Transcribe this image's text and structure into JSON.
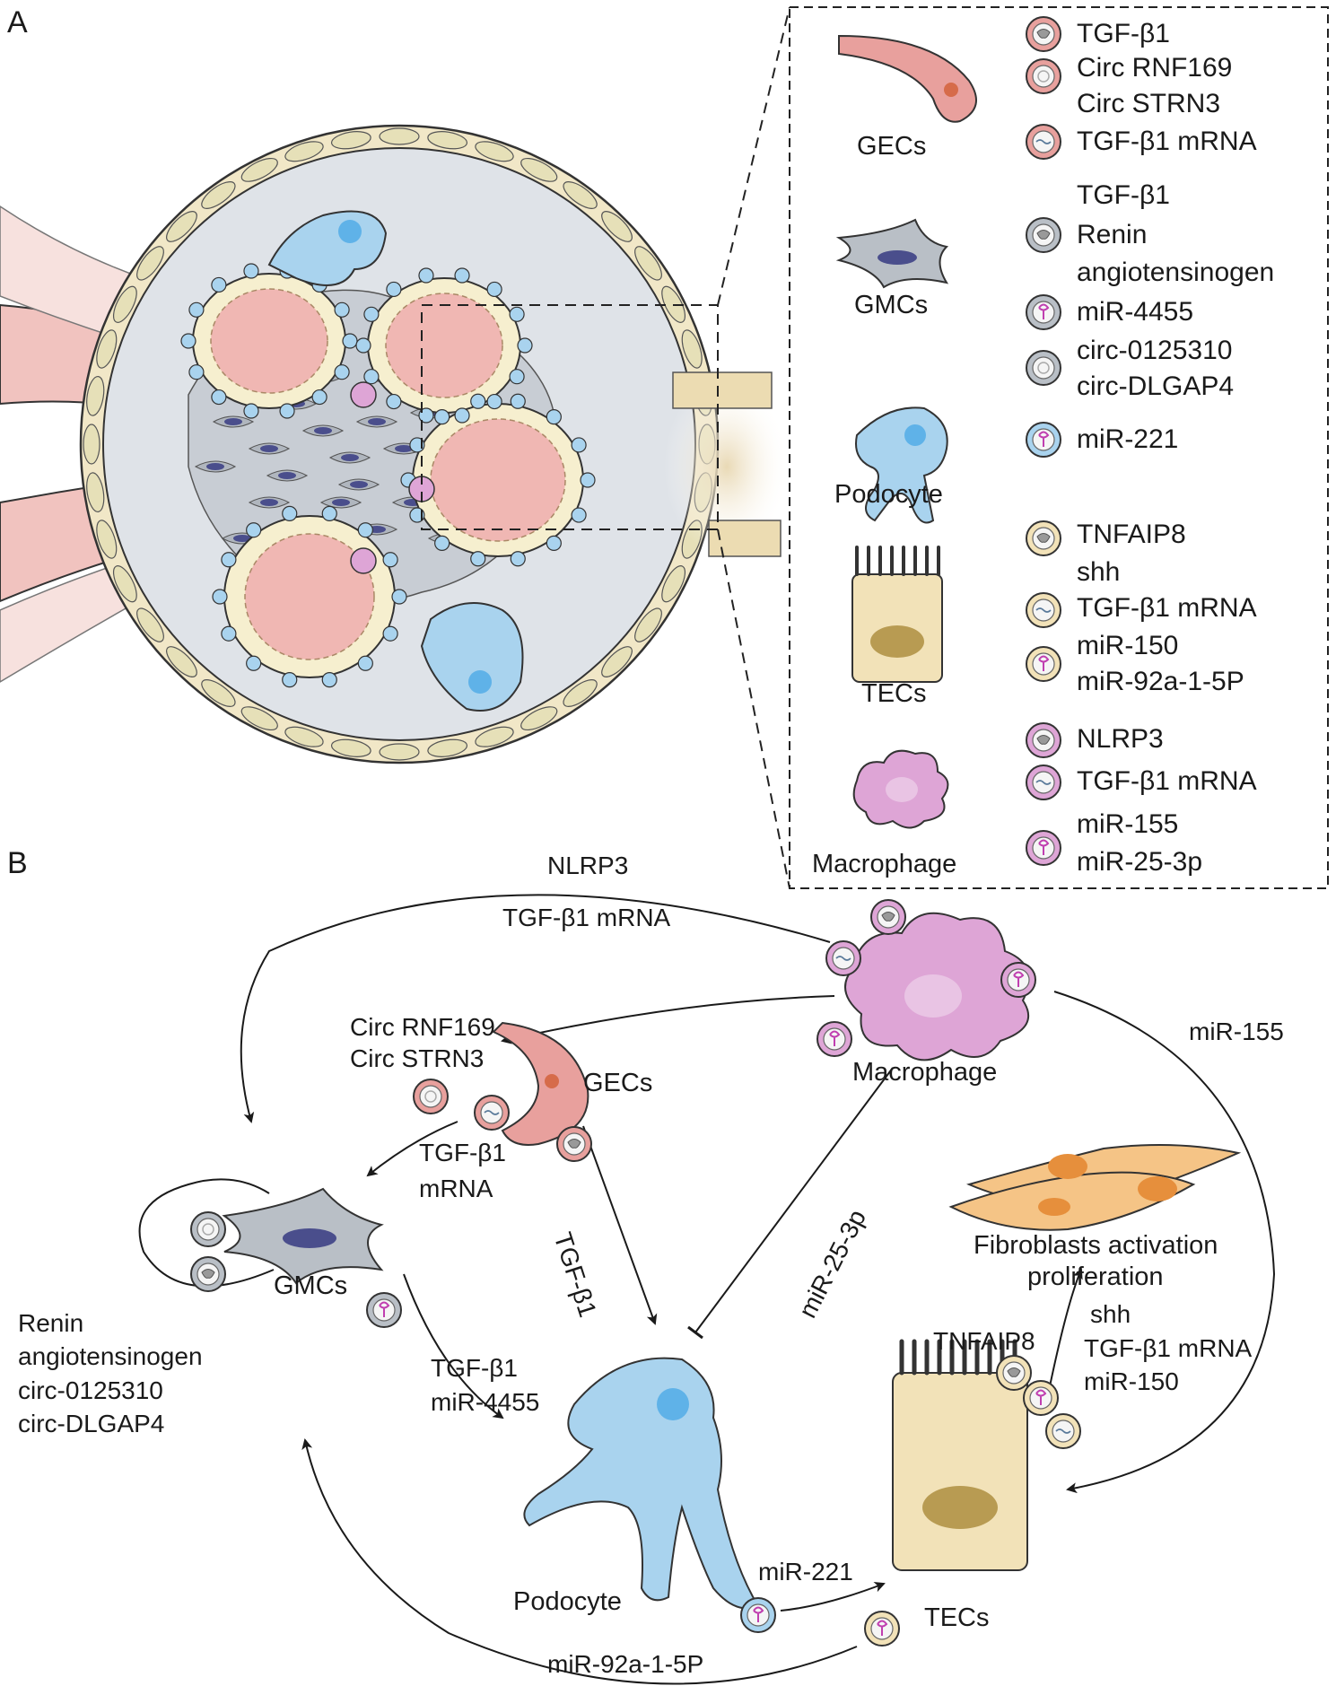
{
  "panel_a": {
    "letter": "A",
    "legend": [
      {
        "cell": "GECs",
        "cargo": [
          "TGF-β1",
          "Circ RNF169",
          "Circ STRN3",
          "TGF-β1 mRNA"
        ]
      },
      {
        "cell": "GMCs",
        "cargo": [
          "TGF-β1",
          "Renin",
          "angiotensinogen",
          "miR-4455",
          "circ-0125310",
          "circ-DLGAP4"
        ]
      },
      {
        "cell": "Podocyte",
        "cargo": [
          "miR-221"
        ]
      },
      {
        "cell": "TECs",
        "cargo": [
          "TNFAIP8",
          "shh",
          "TGF-β1 mRNA",
          "miR-150",
          "miR-92a-1-5P"
        ]
      },
      {
        "cell": "Macrophage",
        "cargo": [
          "NLRP3",
          "TGF-β1 mRNA",
          "miR-155",
          "miR-25-3p"
        ]
      }
    ]
  },
  "panel_b": {
    "letter": "B",
    "cells": {
      "macrophage": "Macrophage",
      "gecs": "GECs",
      "gmcs": "GMCs",
      "podocyte": "Podocyte",
      "tecs": "TECs",
      "fibroblasts_line1": "Fibroblasts activation",
      "fibroblasts_line2": "proliferation"
    },
    "flows": {
      "nlrp3": "NLRP3",
      "tgf_mrna_top": "TGF-β1 mRNA",
      "mir155": "miR-155",
      "circ_rnf169": "Circ RNF169",
      "circ_strn3": "Circ STRN3",
      "gec_tgf_mrna_1": "TGF-β1",
      "gec_tgf_mrna_2": "mRNA",
      "gec_tgf": "TGF-β1",
      "mir25": "miR-25-3p",
      "gmc_left_1": "Renin",
      "gmc_left_2": "angiotensinogen",
      "gmc_left_3": "circ-0125310",
      "gmc_left_4": "circ-DLGAP4",
      "gmc_pod_1": "TGF-β1",
      "gmc_pod_2": "miR-4455",
      "mir221": "miR-221",
      "mir92": "miR-92a-1-5P",
      "tnfaip8": "TNFAIP8",
      "shh": "shh",
      "tec_tgf_mrna": "TGF-β1 mRNA",
      "mir150": "miR-150"
    }
  },
  "colors": {
    "gec": "#e8a09d",
    "gmc": "#b9bfc6",
    "podocyte": "#a9d3ee",
    "tec": "#f2e2b8",
    "macrophage": "#dea5d6",
    "glomerulus_bg": "#dfe3e8",
    "fibroblast": "#f5c486"
  }
}
